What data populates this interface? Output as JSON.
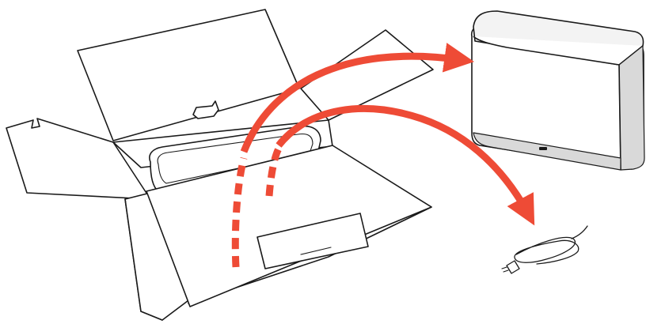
{
  "figure": {
    "subject": "unpacking-illustration",
    "components": [
      "shipping-box",
      "speaker",
      "power-cord"
    ],
    "colors": {
      "line": "#1a1a1a",
      "fill": "#ffffff",
      "arrow": "#ee4b36",
      "speaker_top": "#f3f3f3",
      "speaker_band": "#d9d9d9"
    },
    "arrows": [
      {
        "from": "shipping-box",
        "to": "speaker",
        "style": "dashed-to-solid"
      },
      {
        "from": "shipping-box",
        "to": "power-cord",
        "style": "dashed-to-solid"
      }
    ]
  }
}
